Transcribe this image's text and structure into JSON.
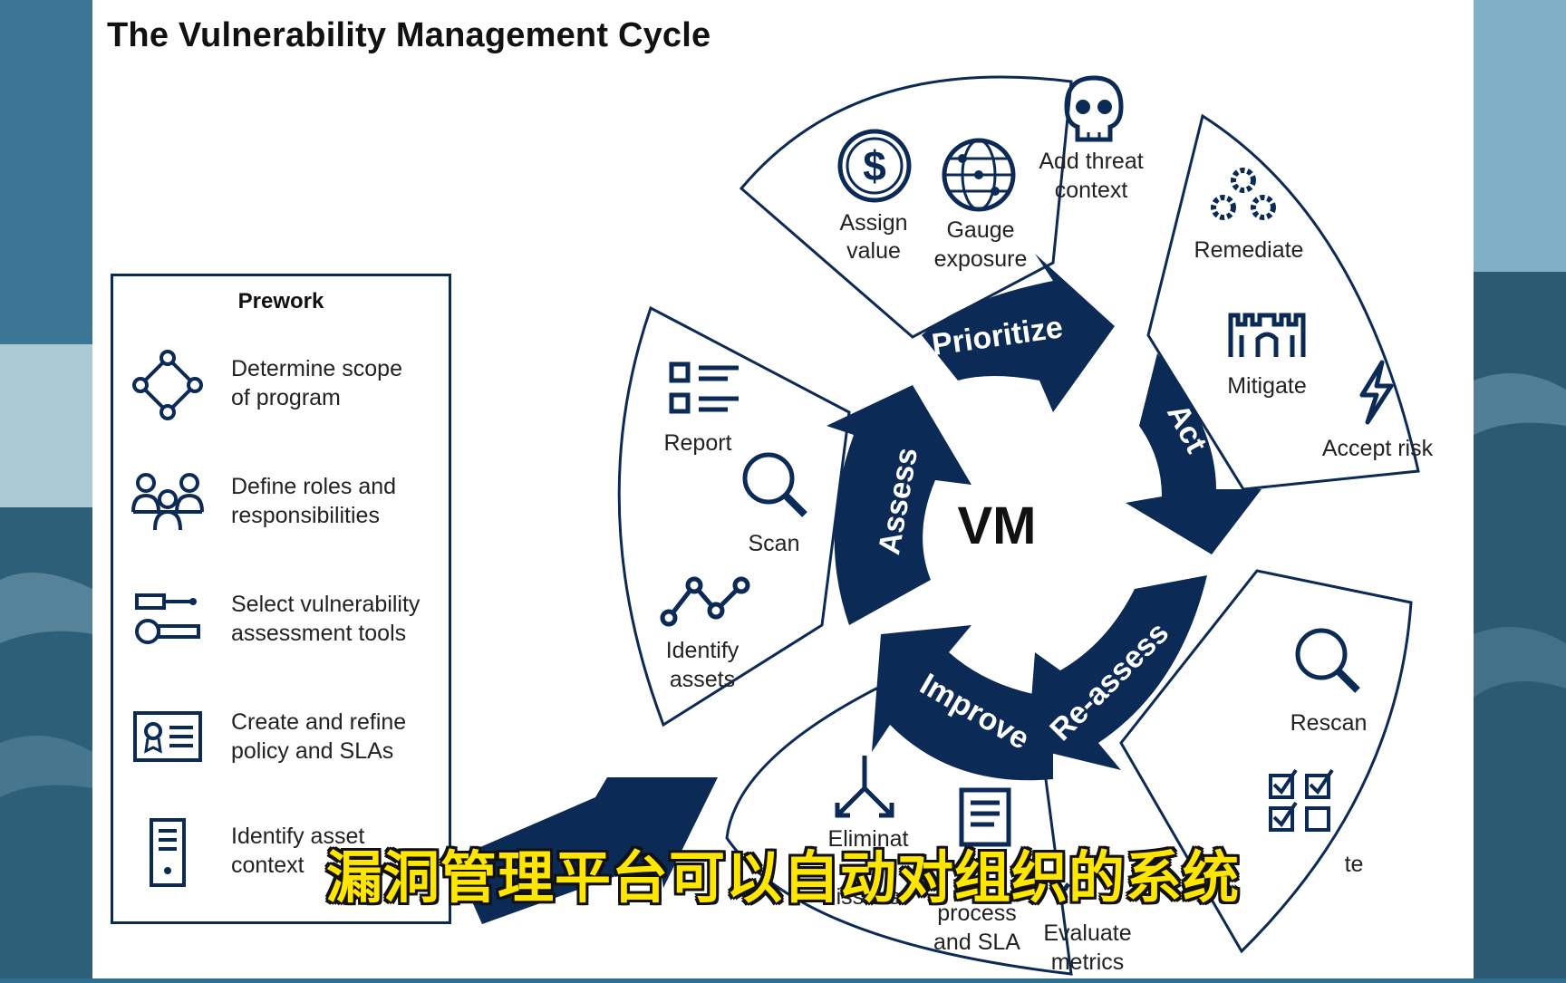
{
  "title": "The Vulnerability Management Cycle",
  "center_label": "VM",
  "colors": {
    "navy": "#0b2a55",
    "text": "#222222",
    "subtitle": "#ffe600"
  },
  "prework": {
    "title": "Prework",
    "items": [
      {
        "icon": "network-scope-icon",
        "label_line1": "Determine scope",
        "label_line2": "of program"
      },
      {
        "icon": "people-roles-icon",
        "label_line1": "Define roles and",
        "label_line2": "responsibilities"
      },
      {
        "icon": "tools-key-icon",
        "label_line1": "Select vulnerability",
        "label_line2": "assessment tools"
      },
      {
        "icon": "policy-badge-icon",
        "label_line1": "Create and refine",
        "label_line2": "policy and SLAs"
      },
      {
        "icon": "server-icon",
        "label_line1": "Identify asset",
        "label_line2": "context"
      }
    ]
  },
  "phases": {
    "assess": {
      "name": "Assess",
      "items": [
        {
          "icon": "report-list-icon",
          "label": "Report"
        },
        {
          "icon": "magnifier-icon",
          "label": "Scan"
        },
        {
          "icon": "line-chart-icon",
          "label_line1": "Identify",
          "label_line2": "assets"
        }
      ]
    },
    "prioritize": {
      "name": "Prioritize",
      "items": [
        {
          "icon": "dollar-icon",
          "label_line1": "Assign",
          "label_line2": "value"
        },
        {
          "icon": "globe-network-icon",
          "label_line1": "Gauge",
          "label_line2": "exposure"
        },
        {
          "icon": "skull-icon",
          "label_line1": "Add threat",
          "label_line2": "context"
        }
      ]
    },
    "act": {
      "name": "Act",
      "items": [
        {
          "icon": "gears-icon",
          "label": "Remediate"
        },
        {
          "icon": "castle-icon",
          "label": "Mitigate"
        },
        {
          "icon": "lightning-icon",
          "label": "Accept risk"
        }
      ]
    },
    "reassess": {
      "name": "Re-assess",
      "items": [
        {
          "icon": "magnifier-icon",
          "label": "Rescan"
        },
        {
          "icon": "checklist-icon",
          "label": "te"
        }
      ]
    },
    "improve": {
      "name": "Improve",
      "items": [
        {
          "icon": "split-arrows-icon",
          "label_line1": "Eliminat",
          "label_line2": "issues"
        },
        {
          "icon": "document-icon",
          "label_line1": "process",
          "label_line2": "and SLA"
        },
        {
          "icon": "gauge-icon",
          "label_line1": "Evaluate",
          "label_line2": "metrics"
        }
      ]
    }
  },
  "subtitle": "漏洞管理平台可以自动对组织的系统"
}
